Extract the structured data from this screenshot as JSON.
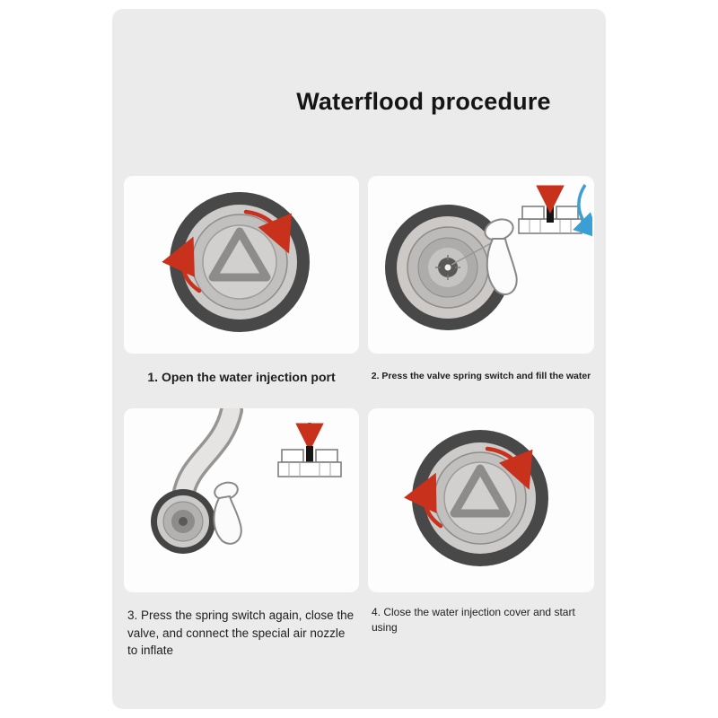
{
  "title": "Waterflood procedure",
  "steps": [
    {
      "caption": "1. Open the water injection port"
    },
    {
      "caption": "2. Press the valve spring switch and fill the water"
    },
    {
      "caption": "3. Press the spring switch again, close the valve, and connect the special air nozzle to inflate"
    },
    {
      "caption": "4. Close the water injection cover and start using"
    }
  ],
  "icons": {
    "step1": "injection-port-open-illustration",
    "step2": "valve-spring-switch-fill-illustration",
    "step3": "air-nozzle-connect-illustration",
    "step4": "injection-cover-close-illustration"
  },
  "colors": {
    "panel_gray": "#ebebeb",
    "card_white": "#fdfdfd",
    "arrow_red": "#c8311b",
    "water_blue": "#3b9fd4",
    "dark_ring": "#484848"
  }
}
